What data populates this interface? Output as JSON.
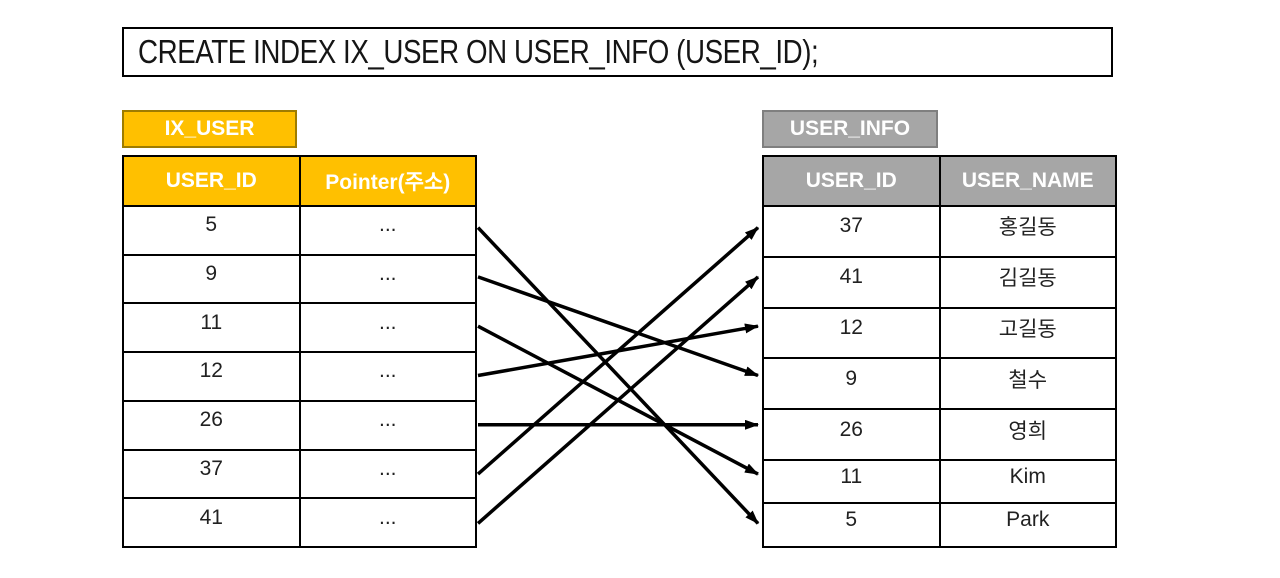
{
  "title": {
    "sql": "CREATE INDEX IX_USER ON USER_INFO (USER_ID);"
  },
  "index_table": {
    "name": "IX_USER",
    "columns": [
      "USER_ID",
      "Pointer(주소)"
    ],
    "rows": [
      {
        "user_id": "5",
        "pointer": "..."
      },
      {
        "user_id": "9",
        "pointer": "..."
      },
      {
        "user_id": "11",
        "pointer": "..."
      },
      {
        "user_id": "12",
        "pointer": "..."
      },
      {
        "user_id": "26",
        "pointer": "..."
      },
      {
        "user_id": "37",
        "pointer": "..."
      },
      {
        "user_id": "41",
        "pointer": "..."
      }
    ]
  },
  "data_table": {
    "name": "USER_INFO",
    "columns": [
      "USER_ID",
      "USER_NAME"
    ],
    "rows": [
      {
        "user_id": "37",
        "user_name": "홍길동"
      },
      {
        "user_id": "41",
        "user_name": "김길동"
      },
      {
        "user_id": "12",
        "user_name": "고길동"
      },
      {
        "user_id": "9",
        "user_name": "철수"
      },
      {
        "user_id": "26",
        "user_name": "영희"
      },
      {
        "user_id": "11",
        "user_name": "Kim"
      },
      {
        "user_id": "5",
        "user_name": "Park"
      }
    ]
  },
  "arrows": {
    "match_key": "user_id",
    "pairs": [
      [
        "5",
        "Park"
      ],
      [
        "9",
        "철수"
      ],
      [
        "11",
        "Kim"
      ],
      [
        "12",
        "고길동"
      ],
      [
        "26",
        "영희"
      ],
      [
        "37",
        "홍길동"
      ],
      [
        "41",
        "김길동"
      ]
    ]
  },
  "colors": {
    "index_header_bg": "#FFC000",
    "index_tab_border": "#9E7C00",
    "data_header_bg": "#A6A6A6",
    "data_tab_border": "#7F7F7F",
    "arrow": "#000000",
    "border": "#000000",
    "header_text": "#FFFFFF",
    "cell_text": "#212121"
  }
}
